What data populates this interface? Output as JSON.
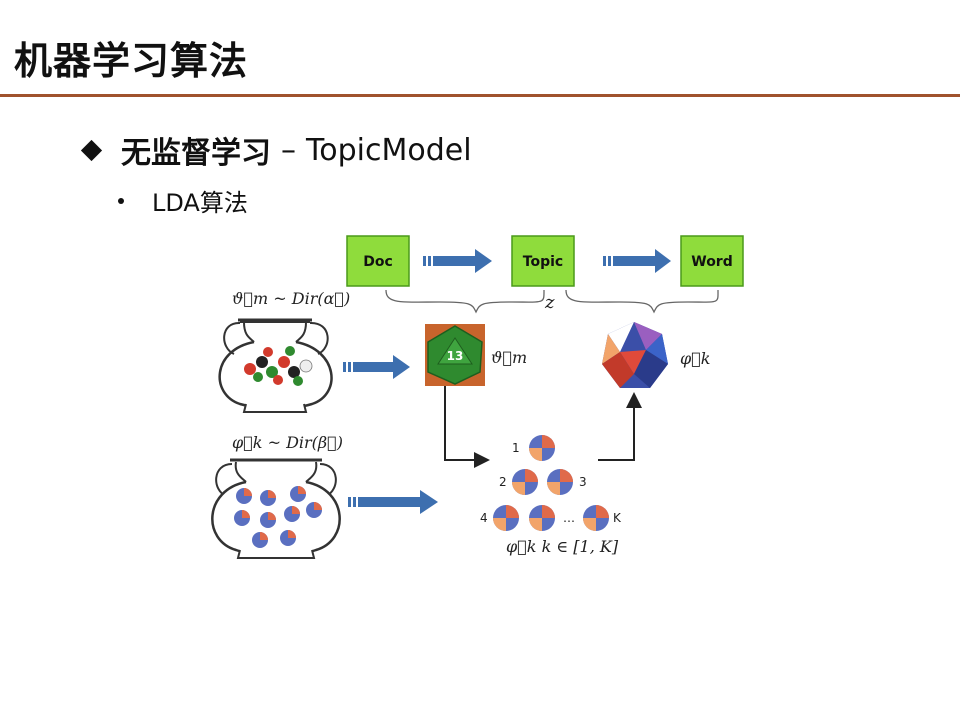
{
  "slide": {
    "title": "机器学习算法",
    "bullet_main_strong": "无监督学习",
    "bullet_main_sep": "–",
    "bullet_main_rest": "TopicModel",
    "bullet_sub": "LDA算法"
  },
  "diagram": {
    "boxes": [
      "Doc",
      "Topic",
      "Word"
    ],
    "brace_label": "z",
    "theta_prior": "ϑ⃗m ~ Dir(α⃗)",
    "phi_prior": "φ⃗k ~ Dir(β⃗)",
    "theta_symbol": "ϑ⃗m",
    "phi_symbol": "φ⃗k",
    "dice_numbers": [
      "1",
      "2",
      "3",
      "4",
      "K"
    ],
    "dice_ellipsis": "…",
    "k_range": "φ⃗k  k ∈ [1, K]",
    "d20_face": "13"
  },
  "colors": {
    "box_fill": "#8fdc3c",
    "box_stroke": "#4a9a1a",
    "arrow": "#3d6faf",
    "d20": "#2f8a2f",
    "rule": "#a0522d"
  }
}
